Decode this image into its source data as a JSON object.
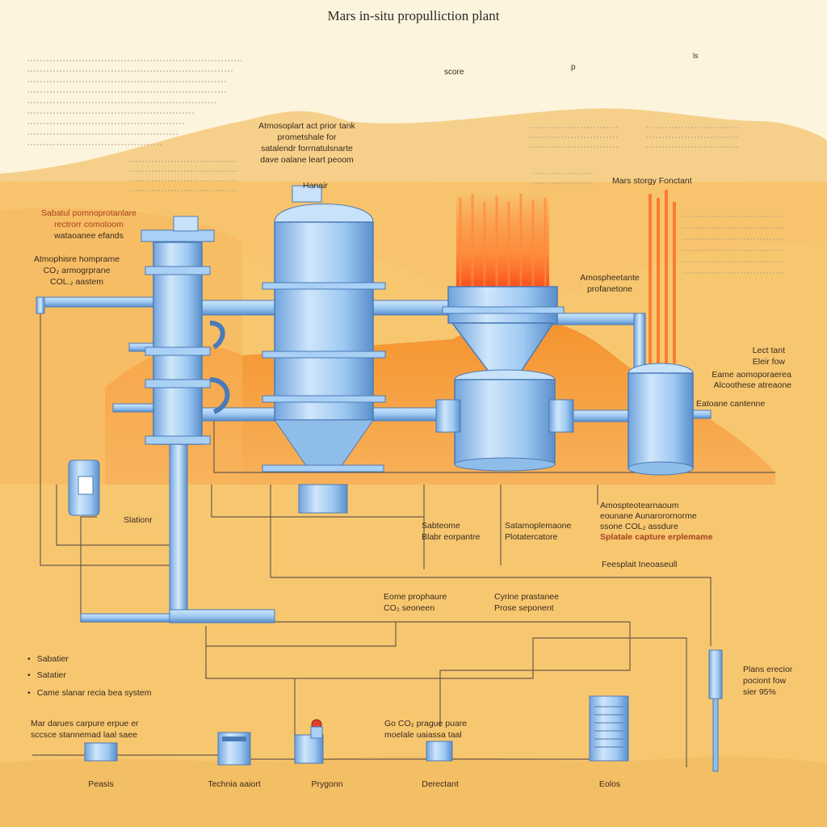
{
  "diagram": {
    "title": "Mars in-situ propulliction plant",
    "top_small": {
      "score": "score",
      "p": "p",
      "b": "ls"
    },
    "labels": {
      "main_tank_1": "Atmosoplart act prior tank",
      "main_tank_2": "prometshale for",
      "main_tank_3": "satalendr forrnatulsnarte",
      "main_tank_4": "dave oalane leart peoom",
      "main_tank_tag": "Hanair",
      "left_top_1": "Sabatul pomnoprotanlare",
      "left_top_2": "rectrorr comotoom",
      "left_top_3": "wataoanee efands",
      "left_mid_1": "Atmophisre homprame",
      "left_mid_2": "CO₂ armogrprane",
      "left_mid_3": "COL.₂ aastem",
      "mars_storage": "Mars storgy Fonctant",
      "atmo_right_1": "Amospheetante",
      "atmo_right_2": "profanetone",
      "far_right_1": "Lect tant",
      "far_right_2": "Eleir fow",
      "far_right_3": "Eame aomoporaerea",
      "far_right_4": "Alcoothese atreaone",
      "far_right_5": "Eatoane cantenne",
      "station": "Slationr",
      "sab1_1": "Sabteome",
      "sab1_2": "Blabr eorpantre",
      "sab2_1": "Satamoplemaone",
      "sab2_2": "Plotatercatore",
      "atmo_low_1": "Amospteotearnaoum",
      "atmo_low_2": "eounane Aunarorornorme",
      "atmo_low_3": "ssone COL₂ assdure",
      "atmo_low_4": "Splatale capture erplemame",
      "feeseplait": "Feesplait Ineoaseull",
      "mid_low_1": "Eome prophaure",
      "mid_low_2": "CO₂ seoneen",
      "mid_low_3": "Cyrine prastanee",
      "mid_low_4": "Prose seponent",
      "right_low_1": "Plans erecior",
      "right_low_2": "pociont fow",
      "right_low_3": "sier 95%",
      "bottom_left_1": "Mar darues carpure erpue er",
      "bottom_left_2": "sccsce stannemad laal saee",
      "bottom_mid_1": "Go CO₂ prague puare",
      "bottom_mid_2": "moelale uaiassa taal"
    },
    "bullets": [
      "Sabatier",
      "Satatier",
      "Came slanar recia bea system"
    ],
    "ground_labels": [
      "Peasis",
      "Technia aaiort",
      "Prygonn",
      "Derectant",
      "Eolos"
    ],
    "colors": {
      "sky": "#fdf4dd",
      "dune": "#f5c46a",
      "ground": "#f7c770",
      "orange": "#f58a2a",
      "vessel": "#9ec9f2",
      "vessel_dark": "#5a8fca",
      "flame": "#ff5a1a",
      "line": "#6b5a4a"
    }
  }
}
